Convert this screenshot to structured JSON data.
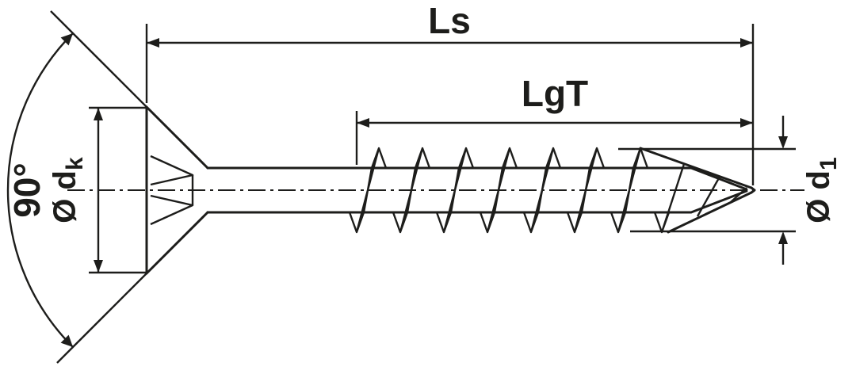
{
  "diagram": {
    "labels": {
      "total_length": "Ls",
      "thread_length": "LgT",
      "head_angle": "90°",
      "head_diameter_prefix": "Ø d",
      "head_diameter_sub": "k",
      "thread_diameter_prefix": "Ø d",
      "thread_diameter_sub": "1"
    },
    "colors": {
      "line": "#1d1d1b",
      "background": "#ffffff"
    }
  }
}
